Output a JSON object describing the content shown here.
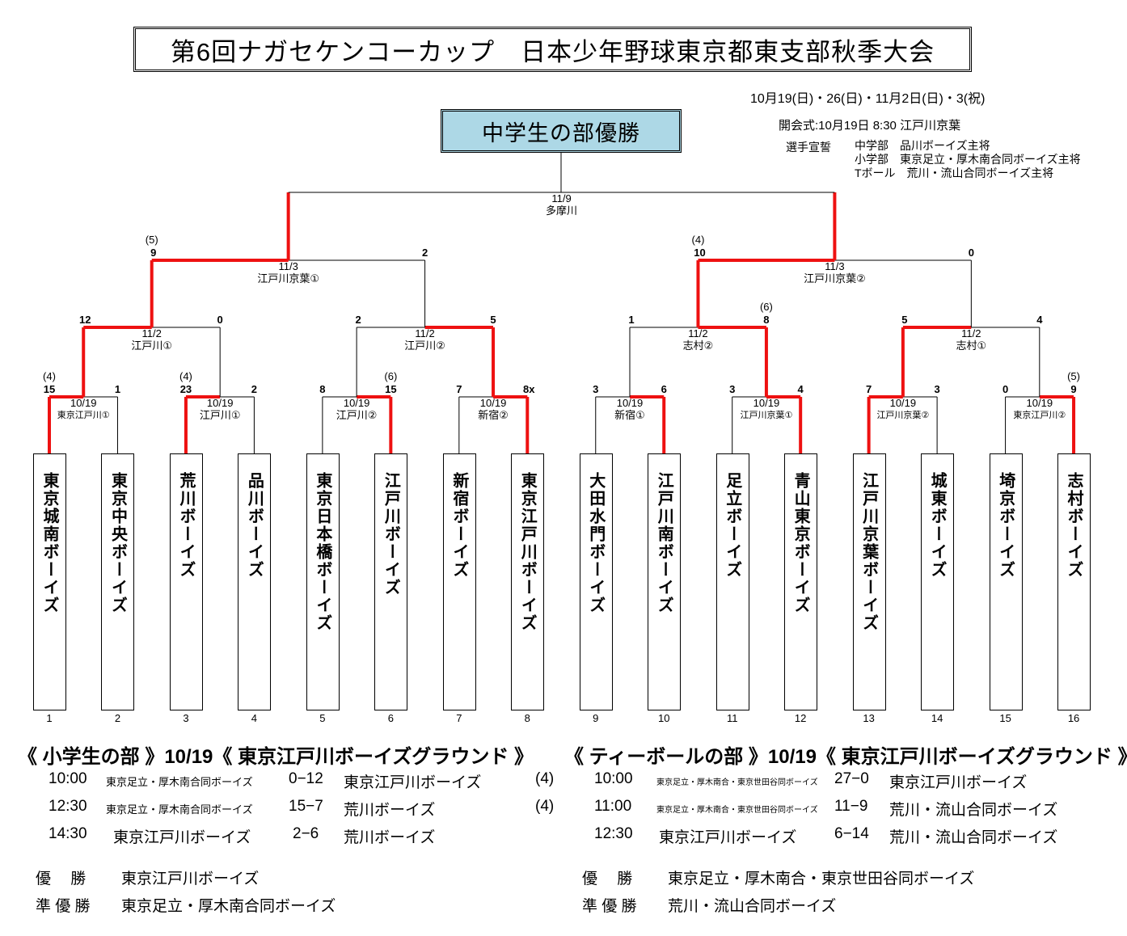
{
  "title": "第6回ナガセケンコーカップ　日本少年野球東京都東支部秋季大会",
  "dates": "10月19(日)・26(日)・11月2日(日)・3(祝)",
  "opening": "開会式:10月19日 8:30 江戸川京葉",
  "oath": {
    "label": "選手宣誓",
    "lines": [
      "中学部　品川ボーイズ主将",
      "小学部　東京足立・厚木南合同ボーイズ主将",
      "Tボール　荒川・流山合同ボーイズ主将"
    ]
  },
  "champion_label": "中学生の部優勝",
  "colors": {
    "winner_line": "#ee1111",
    "champion_bg": "#add8e6"
  },
  "teams": [
    "東京城南ボーイズ",
    "東京中央ボーイズ",
    "荒川ボーイズ",
    "品川ボーイズ",
    "東京日本橋ボーイズ",
    "江戸川ボーイズ",
    "新宿ボーイズ",
    "東京江戸川ボーイズ",
    "大田水門ボーイズ",
    "江戸川南ボーイズ",
    "足立ボーイズ",
    "青山東京ボーイズ",
    "江戸川京葉ボーイズ",
    "城東ボーイズ",
    "埼京ボーイズ",
    "志村ボーイズ"
  ],
  "team_numbers": [
    "1",
    "2",
    "3",
    "4",
    "5",
    "6",
    "7",
    "8",
    "9",
    "10",
    "11",
    "12",
    "13",
    "14",
    "15",
    "16"
  ],
  "rounds": [
    [
      {
        "left": "15",
        "right": "1",
        "date": "10/19",
        "venue": "東京江戸川①",
        "winner": "left",
        "seed_left": "(4)",
        "small": true
      },
      {
        "left": "23",
        "right": "2",
        "date": "10/19",
        "venue": "江戸川①",
        "winner": "left",
        "seed_left": "(4)"
      },
      {
        "left": "8",
        "right": "15",
        "date": "10/19",
        "venue": "江戸川②",
        "winner": "right",
        "seed_right": "(6)"
      },
      {
        "left": "7",
        "right": "8x",
        "date": "10/19",
        "venue": "新宿②",
        "winner": "right"
      },
      {
        "left": "3",
        "right": "6",
        "date": "10/19",
        "venue": "新宿①",
        "winner": "right"
      },
      {
        "left": "3",
        "right": "4",
        "date": "10/19",
        "venue": "江戸川京葉①",
        "winner": "right",
        "small": true
      },
      {
        "left": "7",
        "right": "3",
        "date": "10/19",
        "venue": "江戸川京葉②",
        "winner": "left",
        "small": true
      },
      {
        "left": "0",
        "right": "9",
        "date": "10/19",
        "venue": "東京江戸川②",
        "winner": "right",
        "seed_right": "(5)",
        "small": true
      }
    ],
    [
      {
        "left": "12",
        "right": "0",
        "date": "11/2",
        "venue": "江戸川①",
        "winner": "left"
      },
      {
        "left": "2",
        "right": "5",
        "date": "11/2",
        "venue": "江戸川②",
        "winner": "right"
      },
      {
        "left": "1",
        "right": "8",
        "date": "11/2",
        "venue": "志村②",
        "winner": "right",
        "seed_right": "(6)"
      },
      {
        "left": "5",
        "right": "4",
        "date": "11/2",
        "venue": "志村①",
        "winner": "left"
      }
    ],
    [
      {
        "left": "9",
        "right": "2",
        "date": "11/3",
        "venue": "江戸川京葉①",
        "winner": "left",
        "seed_left": "(5)"
      },
      {
        "left": "10",
        "right": "0",
        "date": "11/3",
        "venue": "江戸川京葉②",
        "winner": "left",
        "seed_left": "(4)"
      }
    ],
    [
      {
        "left": "",
        "right": "",
        "date": "11/9",
        "venue": "多摩川",
        "winner": "none"
      }
    ]
  ],
  "elementary": {
    "header": "《 小学生の部 》10/19《 東京江戸川ボーイズグラウンド 》",
    "games": [
      {
        "time": "10:00",
        "home": "東京足立・厚木南合同ボーイズ",
        "score": "0−12",
        "away": "東京江戸川ボーイズ",
        "note": "(4)"
      },
      {
        "time": "12:30",
        "home": "東京足立・厚木南合同ボーイズ",
        "score": "15−7",
        "away": "荒川ボーイズ",
        "note": "(4)"
      },
      {
        "time": "14:30",
        "home": "東京江戸川ボーイズ",
        "score": "2−6",
        "away": "荒川ボーイズ",
        "note": ""
      }
    ],
    "winner_label": "優　 勝",
    "winner": "東京江戸川ボーイズ",
    "runner_label": "準 優 勝",
    "runner": "東京足立・厚木南合同ボーイズ"
  },
  "teeball": {
    "header": "《 ティーボールの部 》10/19《 東京江戸川ボーイズグラウンド 》",
    "games": [
      {
        "time": "10:00",
        "home": "東京足立・厚木南合・東京世田谷同ボーイズ",
        "score": "27−0",
        "away": "東京江戸川ボーイズ"
      },
      {
        "time": "11:00",
        "home": "東京足立・厚木南合・東京世田谷同ボーイズ",
        "score": "11−9",
        "away": "荒川・流山合同ボーイズ"
      },
      {
        "time": "12:30",
        "home": "東京江戸川ボーイズ",
        "score": "6−14",
        "away": "荒川・流山合同ボーイズ"
      }
    ],
    "winner_label": "優　 勝",
    "winner": "東京足立・厚木南合・東京世田谷同ボーイズ",
    "runner_label": "準 優 勝",
    "runner": "荒川・流山合同ボーイズ"
  }
}
